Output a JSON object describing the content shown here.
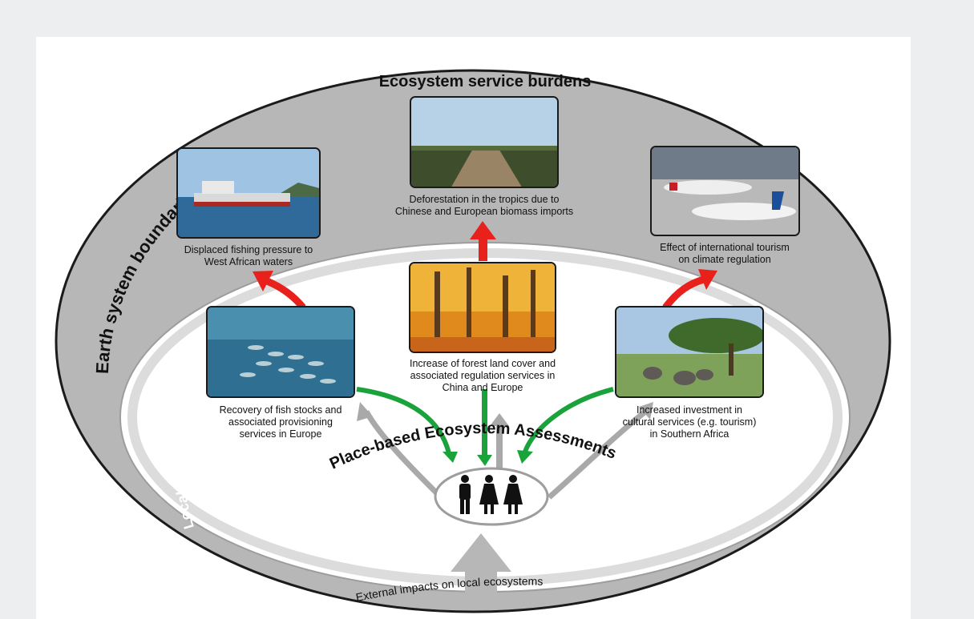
{
  "diagram": {
    "outer_title": "Ecosystem service burdens",
    "outer_boundary_label": "Earth system boundaries",
    "inner_boundary_label": "Local to regional boundaries",
    "center_label": "Place-based Ecosystem Assessments",
    "bottom_label": "External impacts on local ecosystems",
    "burdens": [
      {
        "caption_line1": "Displaced fishing pressure to",
        "caption_line2": "West African waters",
        "photo": "fishing-vessel"
      },
      {
        "caption_line1": "Deforestation in the tropics due to",
        "caption_line2": "Chinese and European biomass imports",
        "photo": "deforestation"
      },
      {
        "caption_line1": "Effect of international tourism",
        "caption_line2": "on climate regulation",
        "photo": "airport-planes"
      }
    ],
    "local_services": [
      {
        "caption_line1": "Recovery of fish stocks and",
        "caption_line2": "associated provisioning",
        "caption_line3": "services in Europe",
        "photo": "fish-school"
      },
      {
        "caption_line1": "Increase of forest land cover and",
        "caption_line2": "associated regulation services in",
        "caption_line3": "China and Europe",
        "photo": "autumn-forest"
      },
      {
        "caption_line1": "Increased investment in",
        "caption_line2": "cultural services (e.g. tourism)",
        "caption_line3": "in Southern Africa",
        "photo": "elephants-savanna"
      }
    ],
    "colors": {
      "outer_ring": "#b5b5b5",
      "burden_arrow": "#e8211c",
      "service_arrow": "#1aa33a",
      "feedback_arrow": "#a9a9a9"
    },
    "icons": [
      "man-icon",
      "woman-icon",
      "woman-icon"
    ]
  }
}
